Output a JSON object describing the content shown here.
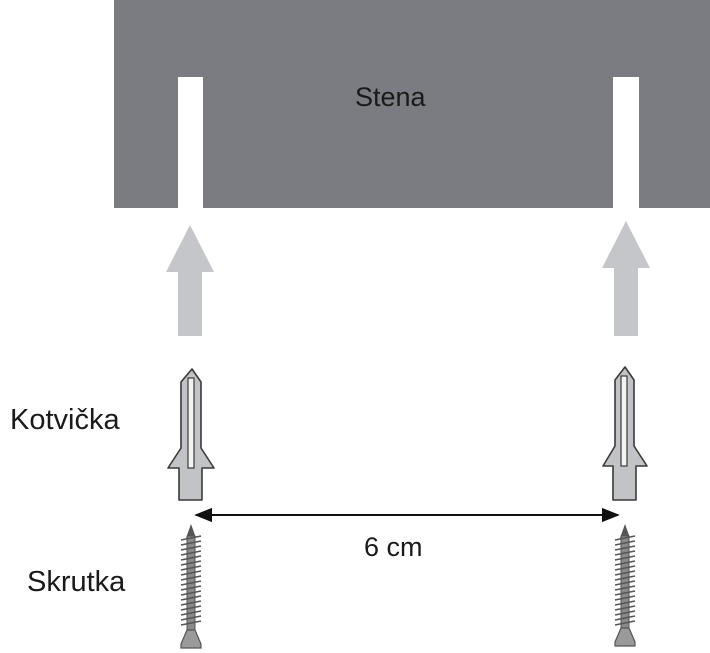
{
  "labels": {
    "wall": "Stena",
    "anchor": "Kotvička",
    "screw": "Skrutka",
    "distance": "6 cm"
  },
  "colors": {
    "wall": "#7a7c81",
    "arrow": "#c4c6c9",
    "anchor_fill": "#c2c3c6",
    "outline": "#3a3a3a",
    "screw": "#555555"
  },
  "icons": {
    "arrow": "up-arrow-icon",
    "anchor": "wall-plug-icon",
    "screw": "screw-icon",
    "dimension": "double-arrow-icon"
  }
}
